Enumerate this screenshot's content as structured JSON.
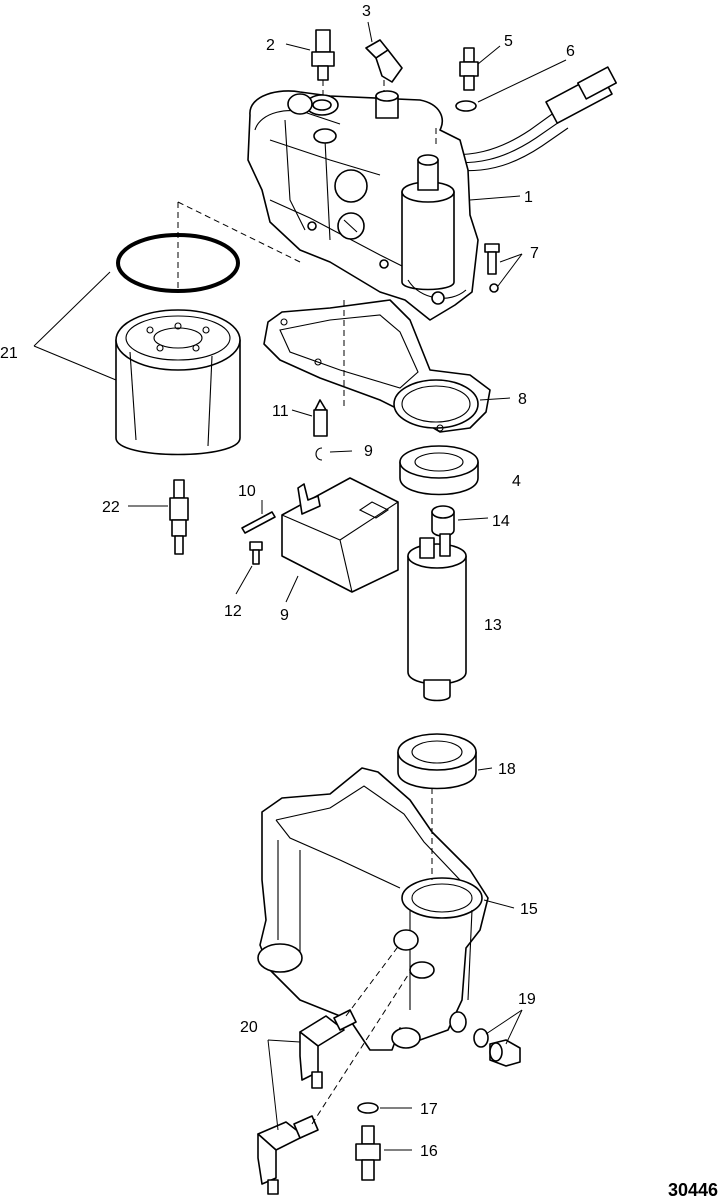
{
  "labels": {
    "l1": "1",
    "l2": "2",
    "l3": "3",
    "l4": "4",
    "l5": "5",
    "l6": "6",
    "l7": "7",
    "l8": "8",
    "l9a": "9",
    "l9b": "9",
    "l10": "10",
    "l11": "11",
    "l12": "12",
    "l13": "13",
    "l14": "14",
    "l15": "15",
    "l16": "16",
    "l17": "17",
    "l18": "18",
    "l19": "19",
    "l20": "20",
    "l21": "21",
    "l22": "22"
  },
  "doc_number": "30446"
}
